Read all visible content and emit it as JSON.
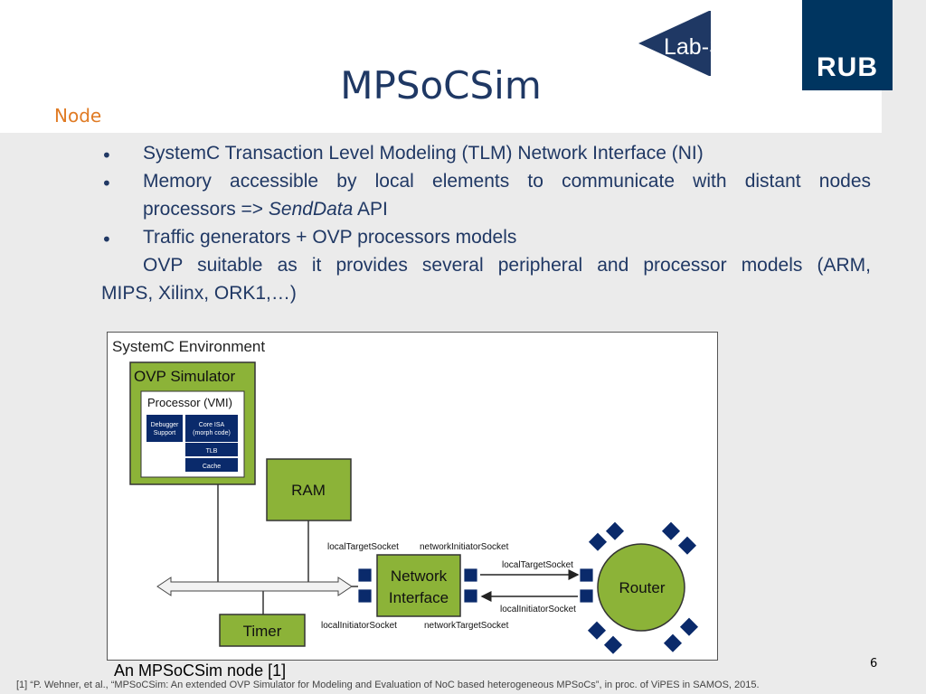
{
  "slide": {
    "title": "MPSoCSim",
    "section": "Node",
    "page_number": "6",
    "caption": "An MPSoCSim node [1]",
    "reference": "[1] “P. Wehner, et al., “MPSoCSim: An extended OVP Simulator for Modeling and Evaluation of NoC based heterogeneous MPSoCs”, in  proc. of ViPES in SAMOS, 2015."
  },
  "logos": {
    "lab": "Lab-STICC",
    "rub": "RUB"
  },
  "bullets": {
    "marker": "•",
    "b1": "SystemC  Transaction Level Modeling (TLM) Network Interface (NI)",
    "b2_line1": "Memory  accessible  by  local  elements  to  communicate  with  distant   nodes",
    "b2_line2_prefix": "processors => ",
    "b2_line2_italic": "SendData",
    "b2_line2_suffix": " API",
    "b3": "Traffic generators + OVP processors models",
    "b3_cont_line1": "OVP  suitable  as  it  provides  several  peripheral  and  processor  models  (ARM,",
    "b3_cont_line2": "MIPS, Xilinx, ORK1,…)"
  },
  "diagram": {
    "environment_label": "SystemC Environment",
    "ovp_label": "OVP Simulator",
    "processor_label": "Processor (VMI)",
    "debugger_label_1": "Debugger",
    "debugger_label_2": "Support",
    "core_isa_label_1": "Core ISA",
    "core_isa_label_2": "(morph code)",
    "tlb_label": "TLB",
    "cache_label": "Cache",
    "ram_label": "RAM",
    "timer_label": "Timer",
    "ni_label_1": "Network",
    "ni_label_2": "Interface",
    "router_label": "Router",
    "local_target_socket_1": "localTargetSocket",
    "network_initiator_socket": "networkInitiatorSocket",
    "local_target_socket_2": "localTargetSocket",
    "local_initiator_socket_1": "localInitiatorSocket",
    "local_initiator_socket_2": "localInitiatorSocket",
    "network_target_socket": "networkTargetSocket",
    "colors": {
      "green": "#8cb338",
      "navy": "#0a2a6b",
      "outline": "#333333"
    }
  }
}
